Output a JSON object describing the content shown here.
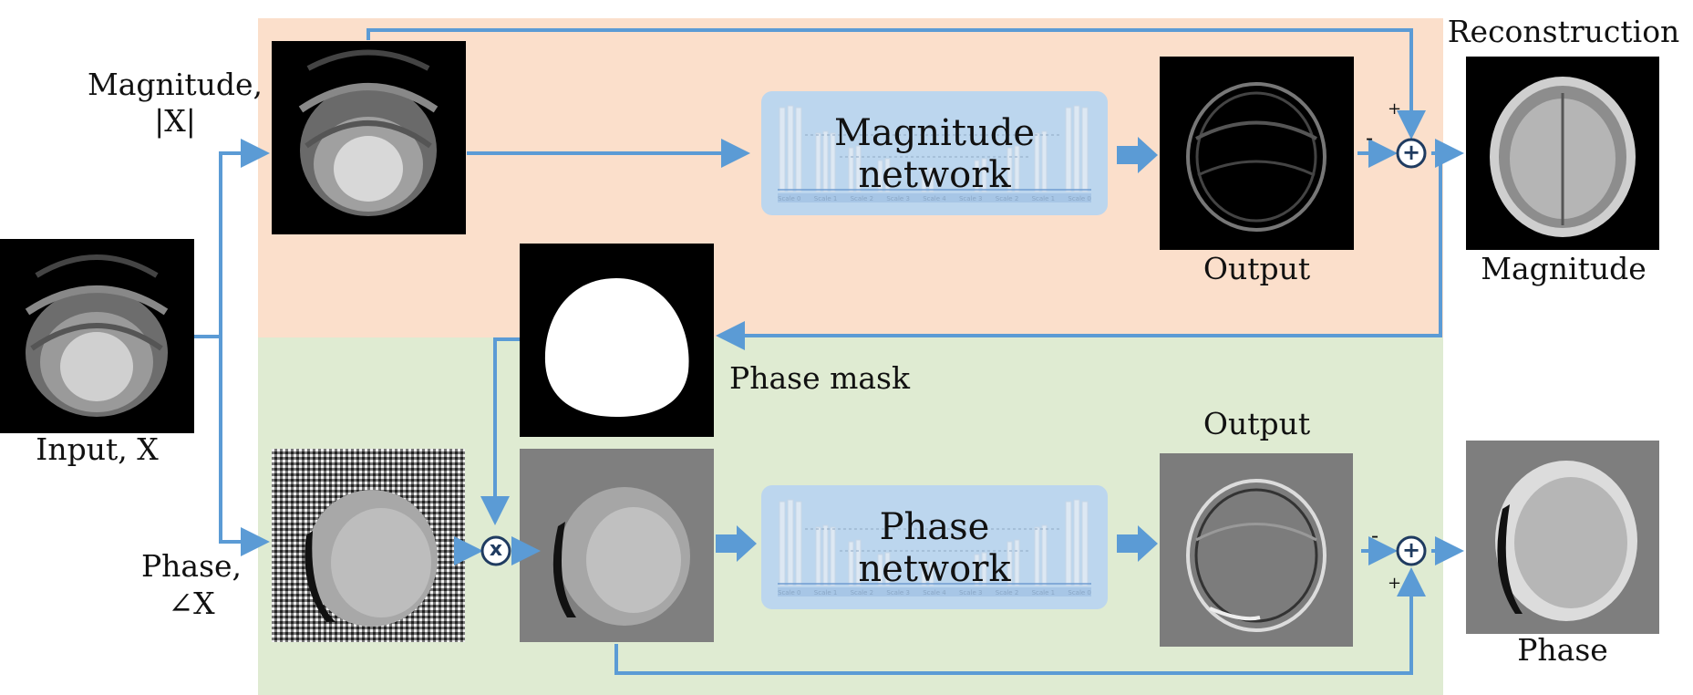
{
  "labels": {
    "magnitude_input": "Magnitude,",
    "magnitude_symbol": "|X|",
    "input": "Input, X",
    "phase_input": "Phase,",
    "phase_symbol": "∠X",
    "phase_mask": "Phase mask",
    "mag_output": "Output",
    "phase_output": "Output",
    "reconstruction": "Reconstruction",
    "recon_magnitude": "Magnitude",
    "recon_phase": "Phase"
  },
  "networks": {
    "magnitude": {
      "line1": "Magnitude",
      "line2": "network"
    },
    "phase": {
      "line1": "Phase",
      "line2": "network"
    },
    "scale_labels": [
      "Scale 0",
      "Scale 1",
      "Scale 2",
      "Scale 3",
      "Scale 4",
      "Scale 3",
      "Scale 2",
      "Scale 1",
      "Scale 0"
    ]
  },
  "operators": {
    "multiply": "x",
    "add": "+",
    "mag_sum_top_sign": "+",
    "mag_sum_left_sign": "-",
    "phase_sum_left_sign": "-",
    "phase_sum_bottom_sign": "+"
  },
  "colors": {
    "magnitude_band": "#fbdfcb",
    "phase_band": "#dfebd2",
    "arrow": "#5b9bd5",
    "network_box": "#bcd6ee"
  }
}
